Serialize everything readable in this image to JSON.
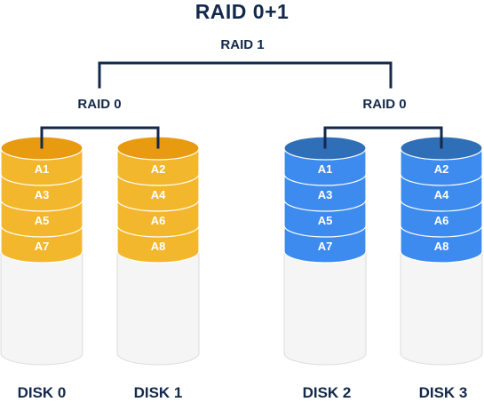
{
  "title": "RAID 0+1",
  "raid1_label": "RAID 1",
  "raid0_left_label": "RAID 0",
  "raid0_right_label": "RAID 0",
  "colors": {
    "line": "#13294b",
    "orange_top": "#e89a10",
    "orange_band": "#f3b72d",
    "blue_top": "#2f6fb8",
    "blue_band": "#3d8bee",
    "empty_body": "#f5f5f5",
    "empty_outline": "#dcdcdc"
  },
  "disks": [
    {
      "label": "DISK 0",
      "color": "orange",
      "blocks": [
        "A1",
        "A3",
        "A5",
        "A7"
      ]
    },
    {
      "label": "DISK 1",
      "color": "orange",
      "blocks": [
        "A2",
        "A4",
        "A6",
        "A8"
      ]
    },
    {
      "label": "DISK 2",
      "color": "blue",
      "blocks": [
        "A1",
        "A3",
        "A5",
        "A7"
      ]
    },
    {
      "label": "DISK 3",
      "color": "blue",
      "blocks": [
        "A2",
        "A4",
        "A6",
        "A8"
      ]
    }
  ]
}
